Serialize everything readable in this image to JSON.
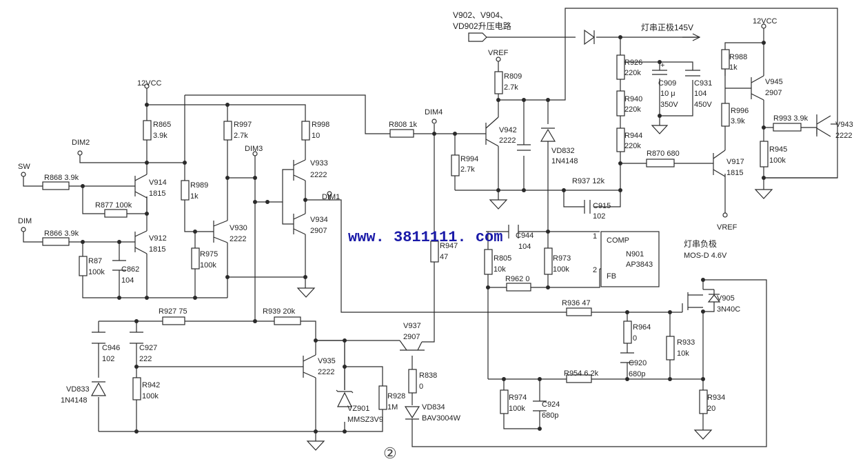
{
  "labels": {
    "v902": "V902、V904、",
    "vd902": "VD902升压电路",
    "pos145": "灯串正极145V",
    "vcc_tr": "12VCC",
    "vref1": "VREF",
    "r809": "R809",
    "r809v": "2.7k",
    "dim4": "DIM4",
    "r808": "R808  1k",
    "v942": "V942",
    "v942v": "2222",
    "r994": "R994",
    "r994v": "2.7k",
    "vd832": "VD832",
    "vd832v": "1N4148",
    "r926": "R926",
    "r926v": "220k",
    "r940": "R940",
    "r940v": "220k",
    "r944": "R944",
    "r944v": "220k",
    "c909": "C909",
    "c909a": "10 μ",
    "c909b": "350V",
    "c931": "C931",
    "c931a": "104",
    "c931b": "450V",
    "r988": "R988",
    "r988v": "1k",
    "v945": "V945",
    "v945v": "2907",
    "r996": "R996",
    "r996v": "3.9k",
    "r993": "R993  3.9k",
    "v943": "V943",
    "v943v": "2222",
    "r945": "R945",
    "r945v": "100k",
    "r870": "R870  680",
    "v917": "V917",
    "v917v": "1815",
    "vref2": "VREF",
    "r937": "R937  12k",
    "c915": "C915",
    "c915v": "102",
    "vcc_tl": "12VCC",
    "r865": "R865",
    "r865v": "3.9k",
    "dim2": "DIM2",
    "r997": "R997",
    "r997v": "2.7k",
    "r998": "R998",
    "r998v": "10",
    "dim3": "DIM3",
    "r808b": "",
    "sw": "SW",
    "r868": "R868  3.9k",
    "v914": "V914",
    "v914v": "1815",
    "r989": "R989",
    "r989v": "1k",
    "v933": "V933",
    "v933v": "2222",
    "dim1": "DIM1",
    "r877": "R877  100k",
    "v934": "V934",
    "v934v": "2907",
    "v930": "V930",
    "v930v": "2222",
    "dim": "DIM",
    "r866": "R866  3.9k",
    "v912": "V912",
    "v912v": "1815",
    "r975": "R975",
    "r975v": "100k",
    "r87": "R87",
    "r87v": "100k",
    "c862": "C862",
    "c862v": "104",
    "watermark": "www. 3811111. com",
    "c944": "C944",
    "c944v": "104",
    "r947": "R947",
    "r947v": "47",
    "r805": "R805",
    "r805v": "10k",
    "r973": "R973",
    "r973v": "100k",
    "n901": "N901",
    "n901v": "AP3843",
    "comp": "COMP",
    "fb": "FB",
    "pin1": "1",
    "pin2": "2",
    "r962": "R962  0",
    "neg1": "灯串负极",
    "neg2": "MOS-D 4.6V",
    "v905": "V905",
    "v905v": "3N40C",
    "r927": "R927  75",
    "r939": "R939  20k",
    "r936": "R936  47",
    "v937": "V937",
    "v937v": "2907",
    "r964": "R964",
    "r964v": "0",
    "c946": "C946",
    "c946v": "102",
    "c927": "C927",
    "c927v": "222",
    "v935": "V935",
    "v935v": "2222",
    "r933": "R933",
    "r933v": "10k",
    "r838": "R838",
    "r838v": "0",
    "c920": "C920",
    "c920v": "680p",
    "r954": "R954  6.2k",
    "vd833": "VD833",
    "vd833v": "1N4148",
    "r942": "R942",
    "r942v": "100k",
    "vz901": "VZ901",
    "vz901v": "MMSZ3V9",
    "r928": "R928",
    "r928v": "1M",
    "vd834": "VD834",
    "vd834v": "BAV3004W",
    "r974": "R974",
    "r974v": "100k",
    "c924": "C924",
    "c924v": "680p",
    "r934": "R934",
    "r934v": "20",
    "figno": "②"
  }
}
